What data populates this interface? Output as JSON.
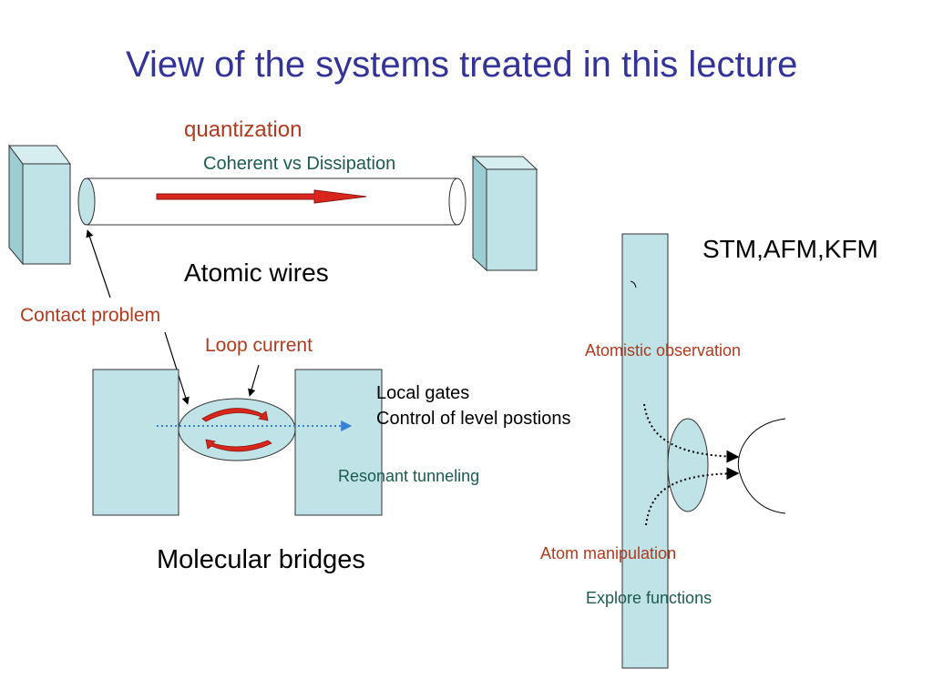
{
  "title": "View of the systems treated in this lecture",
  "labels": {
    "quantization": "quantization",
    "coherent": "Coherent vs Dissipation",
    "atomic_wires": "Atomic wires",
    "contact_problem": "Contact problem",
    "loop_current": "Loop current",
    "local_gates": "Local gates",
    "control_levels": "Control of level postions",
    "resonant": "Resonant tunneling",
    "molecular_bridges": "Molecular bridges",
    "stm": "STM,AFM,KFM",
    "atomistic": "Atomistic observation",
    "manipulation": "Atom manipulation",
    "explore": "Explore functions"
  },
  "colors": {
    "title": "#333399",
    "red_label": "#b03a1e",
    "green_label": "#1a5c4f",
    "box_fill": "#bfe3e6",
    "box_side": "#9ccdd2",
    "arrow_red": "#d9261c",
    "dotted_blue": "#3a7fd6"
  }
}
